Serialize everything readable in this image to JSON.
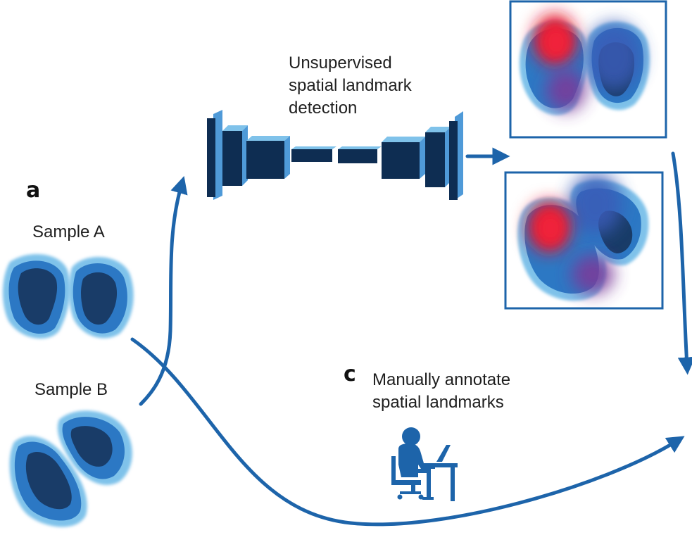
{
  "panel_a": {
    "letter": "a"
  },
  "panel_c": {
    "letter": "c"
  },
  "samples": {
    "a": "Sample A",
    "b": "Sample B"
  },
  "network": {
    "label_lines": [
      "Unsupervised",
      "spatial landmark",
      "detection"
    ]
  },
  "manual": {
    "label_lines": [
      "Manually annotate",
      "spatial landmarks"
    ],
    "icon": "person-at-computer-icon"
  },
  "colors": {
    "arrow": "#1d64aa",
    "tissue_light": "#7fc2ea",
    "tissue_mid": "#2c78c4",
    "tissue_dark": "#193c68",
    "net_front": "#0e2d52",
    "net_side": "#4f9ad8",
    "frame": "#1d64aa",
    "landmark_red": "#e4182a",
    "landmark_blue": "#3a5cb7",
    "landmark_purple": "#7a3a9a"
  }
}
